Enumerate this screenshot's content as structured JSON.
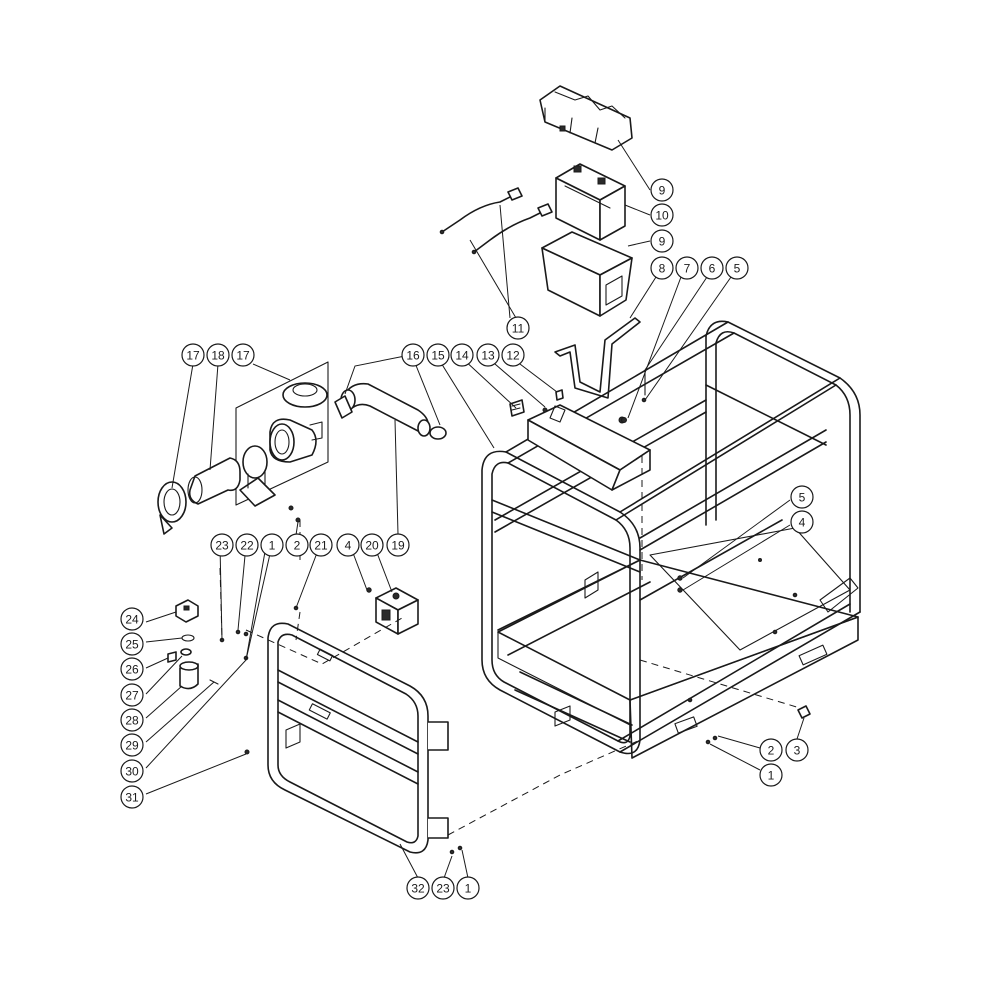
{
  "callouts": [
    {
      "id": "c9a",
      "label": "9"
    },
    {
      "id": "c10",
      "label": "10"
    },
    {
      "id": "c9b",
      "label": "9"
    },
    {
      "id": "c8",
      "label": "8"
    },
    {
      "id": "c7",
      "label": "7"
    },
    {
      "id": "c6",
      "label": "6"
    },
    {
      "id": "c5a",
      "label": "5"
    },
    {
      "id": "c11",
      "label": "11"
    },
    {
      "id": "c17a",
      "label": "17"
    },
    {
      "id": "c18",
      "label": "18"
    },
    {
      "id": "c17b",
      "label": "17"
    },
    {
      "id": "c16",
      "label": "16"
    },
    {
      "id": "c15",
      "label": "15"
    },
    {
      "id": "c14",
      "label": "14"
    },
    {
      "id": "c13",
      "label": "13"
    },
    {
      "id": "c12",
      "label": "12"
    },
    {
      "id": "c5b",
      "label": "5"
    },
    {
      "id": "c4a",
      "label": "4"
    },
    {
      "id": "c23a",
      "label": "23"
    },
    {
      "id": "c22",
      "label": "22"
    },
    {
      "id": "c1a",
      "label": "1"
    },
    {
      "id": "c2a",
      "label": "2"
    },
    {
      "id": "c21",
      "label": "21"
    },
    {
      "id": "c4b",
      "label": "4"
    },
    {
      "id": "c20",
      "label": "20"
    },
    {
      "id": "c19",
      "label": "19"
    },
    {
      "id": "c24",
      "label": "24"
    },
    {
      "id": "c25",
      "label": "25"
    },
    {
      "id": "c26",
      "label": "26"
    },
    {
      "id": "c27",
      "label": "27"
    },
    {
      "id": "c28",
      "label": "28"
    },
    {
      "id": "c29",
      "label": "29"
    },
    {
      "id": "c30",
      "label": "30"
    },
    {
      "id": "c31",
      "label": "31"
    },
    {
      "id": "c2b",
      "label": "2"
    },
    {
      "id": "c3",
      "label": "3"
    },
    {
      "id": "c1b",
      "label": "1"
    },
    {
      "id": "c32",
      "label": "32"
    },
    {
      "id": "c23b",
      "label": "23"
    },
    {
      "id": "c1c",
      "label": "1"
    }
  ]
}
